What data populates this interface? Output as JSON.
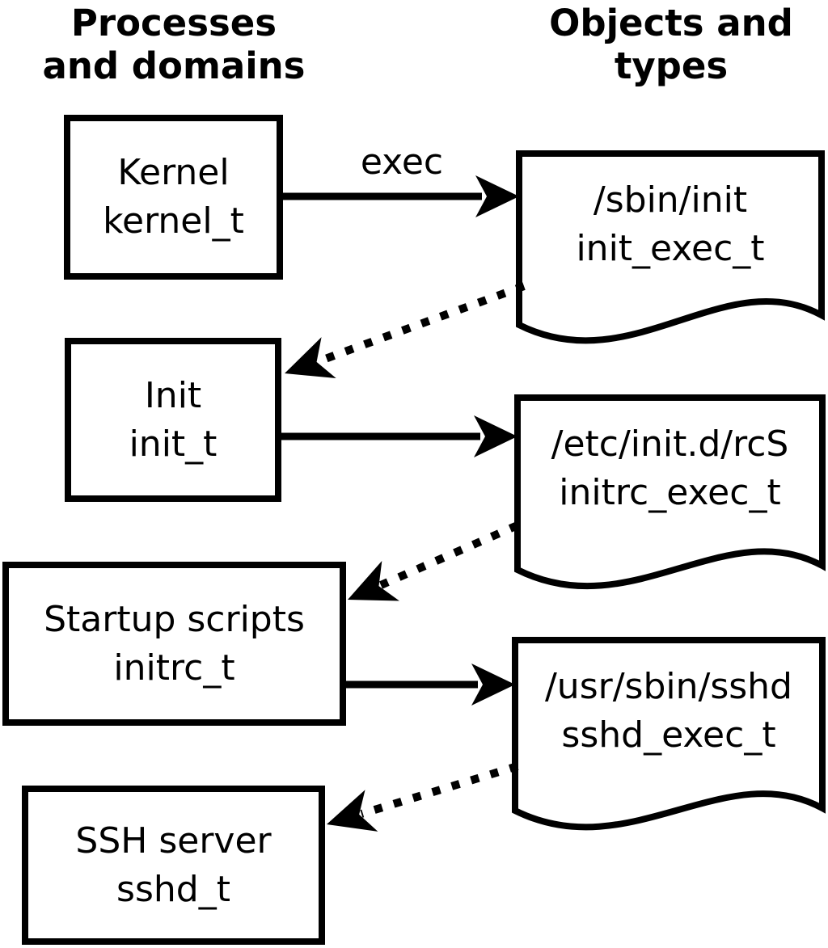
{
  "diagram_title": "",
  "colors": {
    "foreground": "#000000",
    "background": "#ffffff"
  },
  "columns": {
    "left_header": "Processes\nand domains",
    "right_header": "Objects and\ntypes"
  },
  "processes": [
    {
      "label": "Kernel",
      "domain": "kernel_t"
    },
    {
      "label": "Init",
      "domain": "init_t"
    },
    {
      "label": "Startup scripts",
      "domain": "initrc_t"
    },
    {
      "label": "SSH server",
      "domain": "sshd_t"
    }
  ],
  "objects": [
    {
      "path": "/sbin/init",
      "type": "init_exec_t"
    },
    {
      "path": "/etc/init.d/rcS",
      "type": "initrc_exec_t"
    },
    {
      "path": "/usr/sbin/sshd",
      "type": "sshd_exec_t"
    }
  ],
  "edges": [
    {
      "from": "kernel_t",
      "to": "init_exec_t",
      "style": "solid",
      "label": "exec"
    },
    {
      "from": "init_exec_t",
      "to": "init_t",
      "style": "dotted",
      "label": ""
    },
    {
      "from": "init_t",
      "to": "initrc_exec_t",
      "style": "solid",
      "label": ""
    },
    {
      "from": "initrc_exec_t",
      "to": "initrc_t",
      "style": "dotted",
      "label": ""
    },
    {
      "from": "initrc_t",
      "to": "sshd_exec_t",
      "style": "solid",
      "label": ""
    },
    {
      "from": "sshd_exec_t",
      "to": "sshd_t",
      "style": "dotted",
      "label": ""
    }
  ]
}
